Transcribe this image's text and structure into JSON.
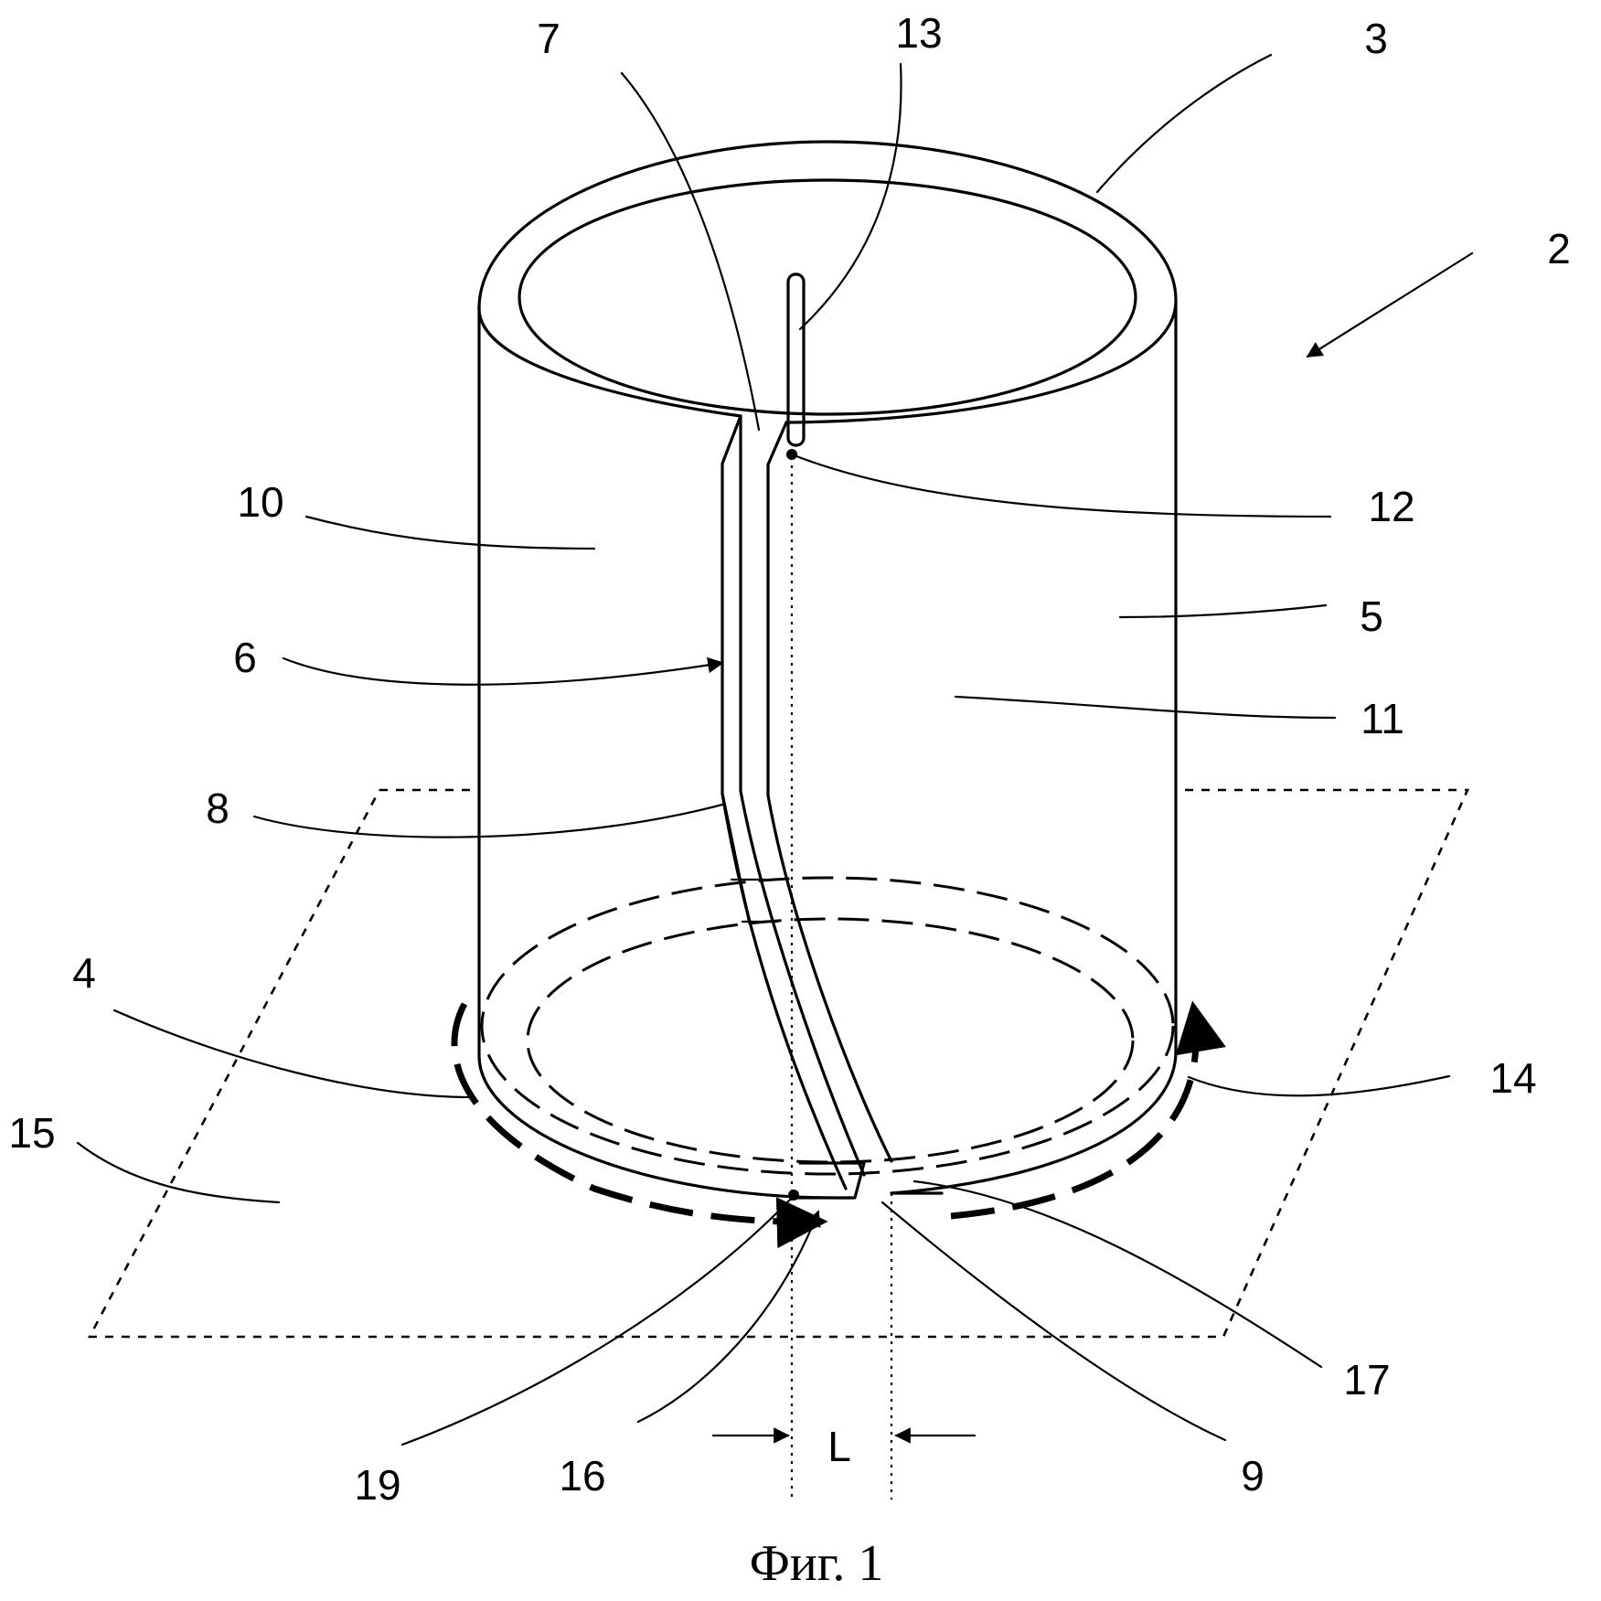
{
  "caption": "Фиг. 1",
  "labels": {
    "l2": "2",
    "l3": "3",
    "l4": "4",
    "l5": "5",
    "l6": "6",
    "l7": "7",
    "l8": "8",
    "l9": "9",
    "l10": "10",
    "l11": "11",
    "l12": "12",
    "l13": "13",
    "l14": "14",
    "l15": "15",
    "l16": "16",
    "l17": "17",
    "l19": "19",
    "lL": "L"
  }
}
